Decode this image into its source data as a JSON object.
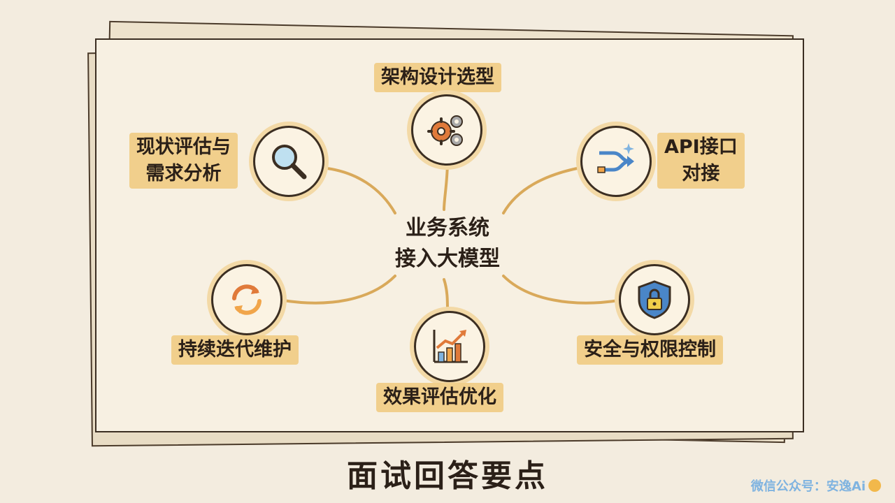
{
  "center": {
    "line1": "业务系统",
    "line2": "接入大模型"
  },
  "nodes": {
    "architecture": {
      "label": "架构设计选型",
      "icon": "gears-icon"
    },
    "assessment": {
      "line1": "现状评估与",
      "line2": "需求分析",
      "icon": "magnifier-icon"
    },
    "api": {
      "line1": "API接口",
      "line2": "对接",
      "icon": "api-flow-icon"
    },
    "maintenance": {
      "label": "持续迭代维护",
      "icon": "refresh-icon"
    },
    "evaluation": {
      "label": "效果评估优化",
      "icon": "chart-up-icon"
    },
    "security": {
      "label": "安全与权限控制",
      "icon": "shield-lock-icon"
    }
  },
  "footer": {
    "title": "面试回答要点"
  },
  "watermark": {
    "text": "微信公众号：安逸Ai"
  },
  "colors": {
    "background": "#f3ecdf",
    "paper": "#f7f0e2",
    "highlight": "#f1cf8c",
    "ink": "#2b2018",
    "connector": "#d9a95a"
  }
}
